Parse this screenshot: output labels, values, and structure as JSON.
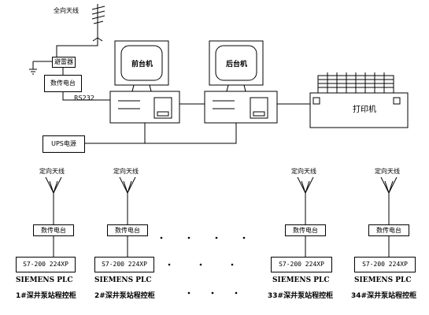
{
  "central": {
    "omni_antenna": "全向天线",
    "arrester": "避雷器",
    "radio": "数传电台",
    "rs232": "RS232",
    "front_pc": "前台机",
    "back_pc": "后台机",
    "printer": "打印机",
    "ups": "UPS电源"
  },
  "stations": [
    {
      "antenna": "定向天线",
      "radio": "数传电台",
      "plc_model": "S7-200  224XP",
      "brand": "SIEMENS PLC",
      "cabinet": "1#深井泵站程控柜"
    },
    {
      "antenna": "定向天线",
      "radio": "数传电台",
      "plc_model": "S7-200  224XP",
      "brand": "SIEMENS PLC",
      "cabinet": "2#深井泵站程控柜"
    },
    {
      "antenna": "定向天线",
      "radio": "数传电台",
      "plc_model": "S7-200  224XP",
      "brand": "SIEMENS PLC",
      "cabinet": "33#深井泵站程控柜"
    },
    {
      "antenna": "定向天线",
      "radio": "数传电台",
      "plc_model": "S7-200  224XP",
      "brand": "SIEMENS PLC",
      "cabinet": "34#深井泵站程控柜"
    }
  ]
}
